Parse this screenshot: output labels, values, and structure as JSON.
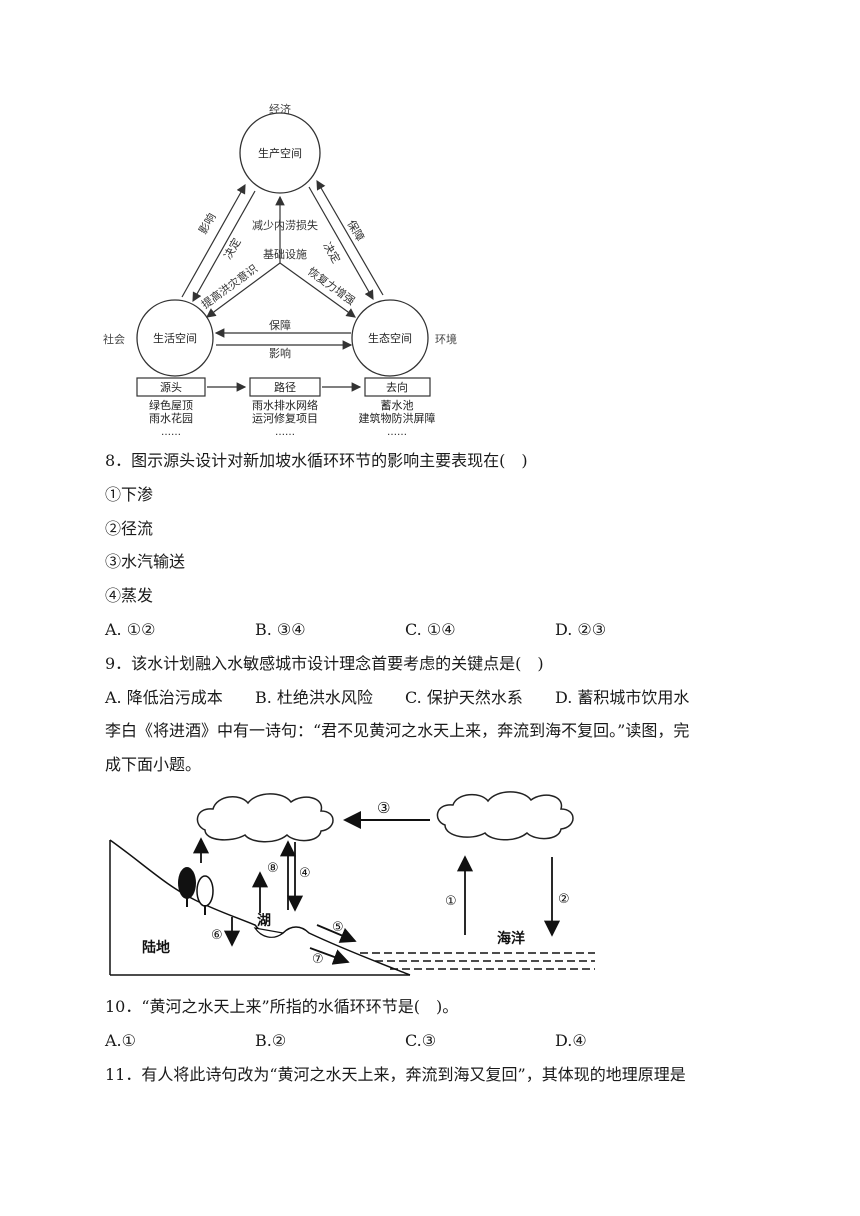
{
  "diagram1": {
    "top_label": "经济",
    "left_label": "社会",
    "right_label": "环境",
    "node_production": "生产空间",
    "node_living": "生活空间",
    "node_ecology": "生态空间",
    "arrow_influence_left": "影响",
    "arrow_decide_left": "决定",
    "arrow_guarantee_right": "保障",
    "arrow_decide_right": "决定",
    "center_reduce_flood": "减少内涝损失",
    "center_infrastructure": "基础设施",
    "center_improve_flood": "提高洪灾意识",
    "center_restore": "恢复力增强",
    "bottom_guarantee": "保障",
    "bottom_influence": "影响",
    "box_source": "源头",
    "box_path": "路径",
    "box_destination": "去向",
    "source_items": [
      "绿色屋顶",
      "雨水花园",
      "……"
    ],
    "path_items": [
      "雨水排水网络",
      "运河修复项目",
      "……"
    ],
    "destination_items": [
      "蓄水池",
      "建筑物防洪屏障",
      "……"
    ]
  },
  "q8": {
    "stem": "8．图示源头设计对新加坡水循环环节的影响主要表现在(　)",
    "items": [
      "①下渗",
      "②径流",
      "③水汽输送",
      "④蒸发"
    ],
    "options": [
      "A. ①②",
      "B. ③④",
      "C. ①④",
      "D. ②③"
    ]
  },
  "q9": {
    "stem": "9．该水计划融入水敏感城市设计理念首要考虑的关键点是(　)",
    "options": [
      "A. 降低治污成本",
      "B. 杜绝洪水风险",
      "C. 保护天然水系",
      "D. 蓄积城市饮用水"
    ]
  },
  "intro": {
    "line1": "李白《将进酒》中有一诗句：“君不见黄河之水天上来，奔流到海不复回。”读图，完",
    "line2": "成下面小题。"
  },
  "diagram2": {
    "land": "陆地",
    "lake": "湖",
    "ocean": "海洋",
    "n1": "①",
    "n2": "②",
    "n3": "③",
    "n4": "④",
    "n5": "⑤",
    "n6": "⑥",
    "n7": "⑦",
    "n8": "⑧"
  },
  "q10": {
    "stem": "10．“黄河之水天上来”所指的水循环环节是(　)。",
    "options": [
      "A.①",
      "B.②",
      "C.③",
      "D.④"
    ]
  },
  "q11": {
    "stem": "11．有人将此诗句改为“黄河之水天上来，奔流到海又复回”，其体现的地理原理是"
  }
}
